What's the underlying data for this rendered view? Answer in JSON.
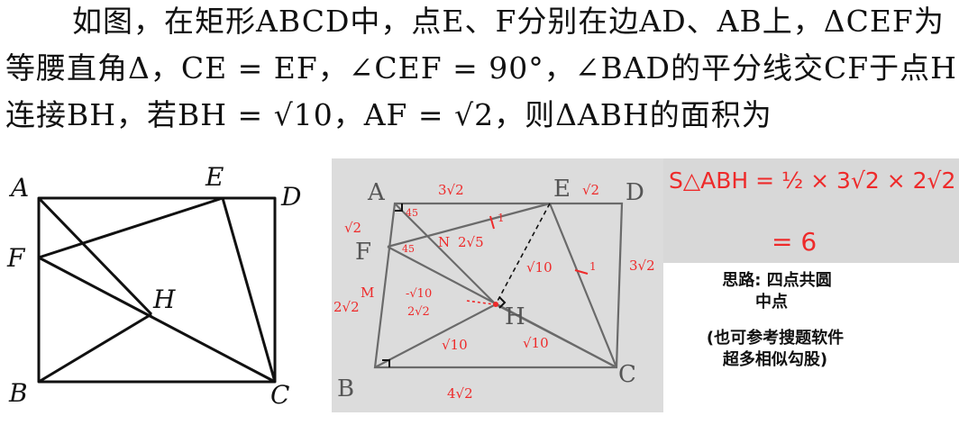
{
  "problem": {
    "line1": "如图，在矩形ABCD中，点E、F分别在边AD、AB上，ΔCEF为",
    "line2": "等腰直角Δ，CE = EF，∠CEF = 90°，∠BAD的平分线交CF于点H，",
    "line3": "连接BH，若BH = √10，AF = √2，则ΔABH的面积为"
  },
  "figure": {
    "labels": {
      "A": "A",
      "E": "E",
      "D": "D",
      "F": "F",
      "H": "H",
      "B": "B",
      "C": "C"
    }
  },
  "photo": {
    "labels": {
      "A": "A",
      "E": "E",
      "D": "D",
      "F": "F",
      "H": "H",
      "B": "B",
      "C": "C",
      "M": "M",
      "N": "N",
      "ae": "3√2",
      "ed": "√2",
      "af": "√2",
      "fb": "2√2",
      "dc": "3√2",
      "bc": "4√2",
      "fn": "2√5",
      "eh": "√10",
      "bh": "√10",
      "hc": "√10",
      "a45": "45",
      "f45": "45",
      "m1": "-√10",
      "m2": "2√2",
      "tick1": "1",
      "tick2": "1"
    }
  },
  "work": {
    "line1": "S△ABH = ½ × 3√2 × 2√2",
    "line2": "= 6"
  },
  "notes": {
    "line1": "思路: 四点共圆",
    "line2": "中点",
    "line3": "(也可参考搜题软件",
    "line4": "超多相似勾股)"
  },
  "colors": {
    "ink": "#111111",
    "pen": "#ee2a2a",
    "pencil": "#555555",
    "photo_bg": "#dcdcdc"
  }
}
